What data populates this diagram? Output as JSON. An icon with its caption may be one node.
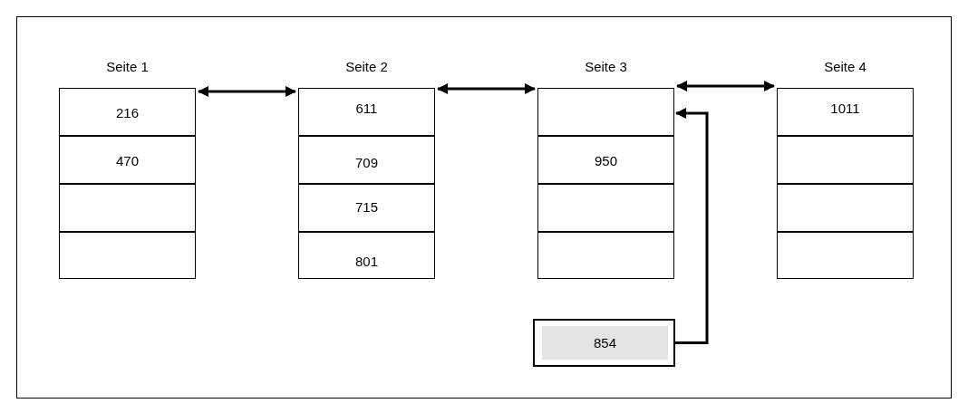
{
  "diagram": {
    "nodes": [
      {
        "text": [
          "Seite 1"
        ]
      },
      {
        "text": [
          "216"
        ],
        "in": 0
      },
      {
        "text": [
          "470"
        ],
        "in": 0
      },
      {
        "text": [],
        "shape": "box",
        "in": 0
      },
      {
        "text": [],
        "shape": "box",
        "in": 0
      },
      {
        "text": [
          "Seite 2"
        ]
      },
      {
        "text": [
          "611"
        ],
        "in": 5
      },
      {
        "text": [
          "709"
        ],
        "in": 5
      },
      {
        "text": [
          "715"
        ],
        "in": 5
      },
      {
        "text": [
          "801"
        ],
        "in": 5
      },
      {
        "text": [
          "Seite 3"
        ]
      },
      {
        "text": [],
        "shape": "box",
        "in": 10
      },
      {
        "text": [
          "950"
        ],
        "in": 10
      },
      {
        "text": [],
        "shape": "box",
        "in": 10
      },
      {
        "text": [],
        "shape": "box",
        "in": 10
      },
      {
        "text": [
          "Seite 4"
        ]
      },
      {
        "text": [
          "1011"
        ],
        "in": 15
      },
      {
        "text": [],
        "shape": "box",
        "in": 15
      },
      {
        "text": [],
        "shape": "box",
        "in": 15
      },
      {
        "text": [],
        "shape": "box",
        "in": 15
      },
      {
        "text": [
          "854"
        ]
      }
    ],
    "edges": [
      {
        "from": 0,
        "to": 5,
        "arrow": "both"
      },
      {
        "from": 5,
        "to": 10,
        "arrow": "both"
      },
      {
        "from": 10,
        "to": 15,
        "arrow": "both"
      },
      {
        "from": 20,
        "to": 11,
        "arrow": "to"
      }
    ]
  }
}
